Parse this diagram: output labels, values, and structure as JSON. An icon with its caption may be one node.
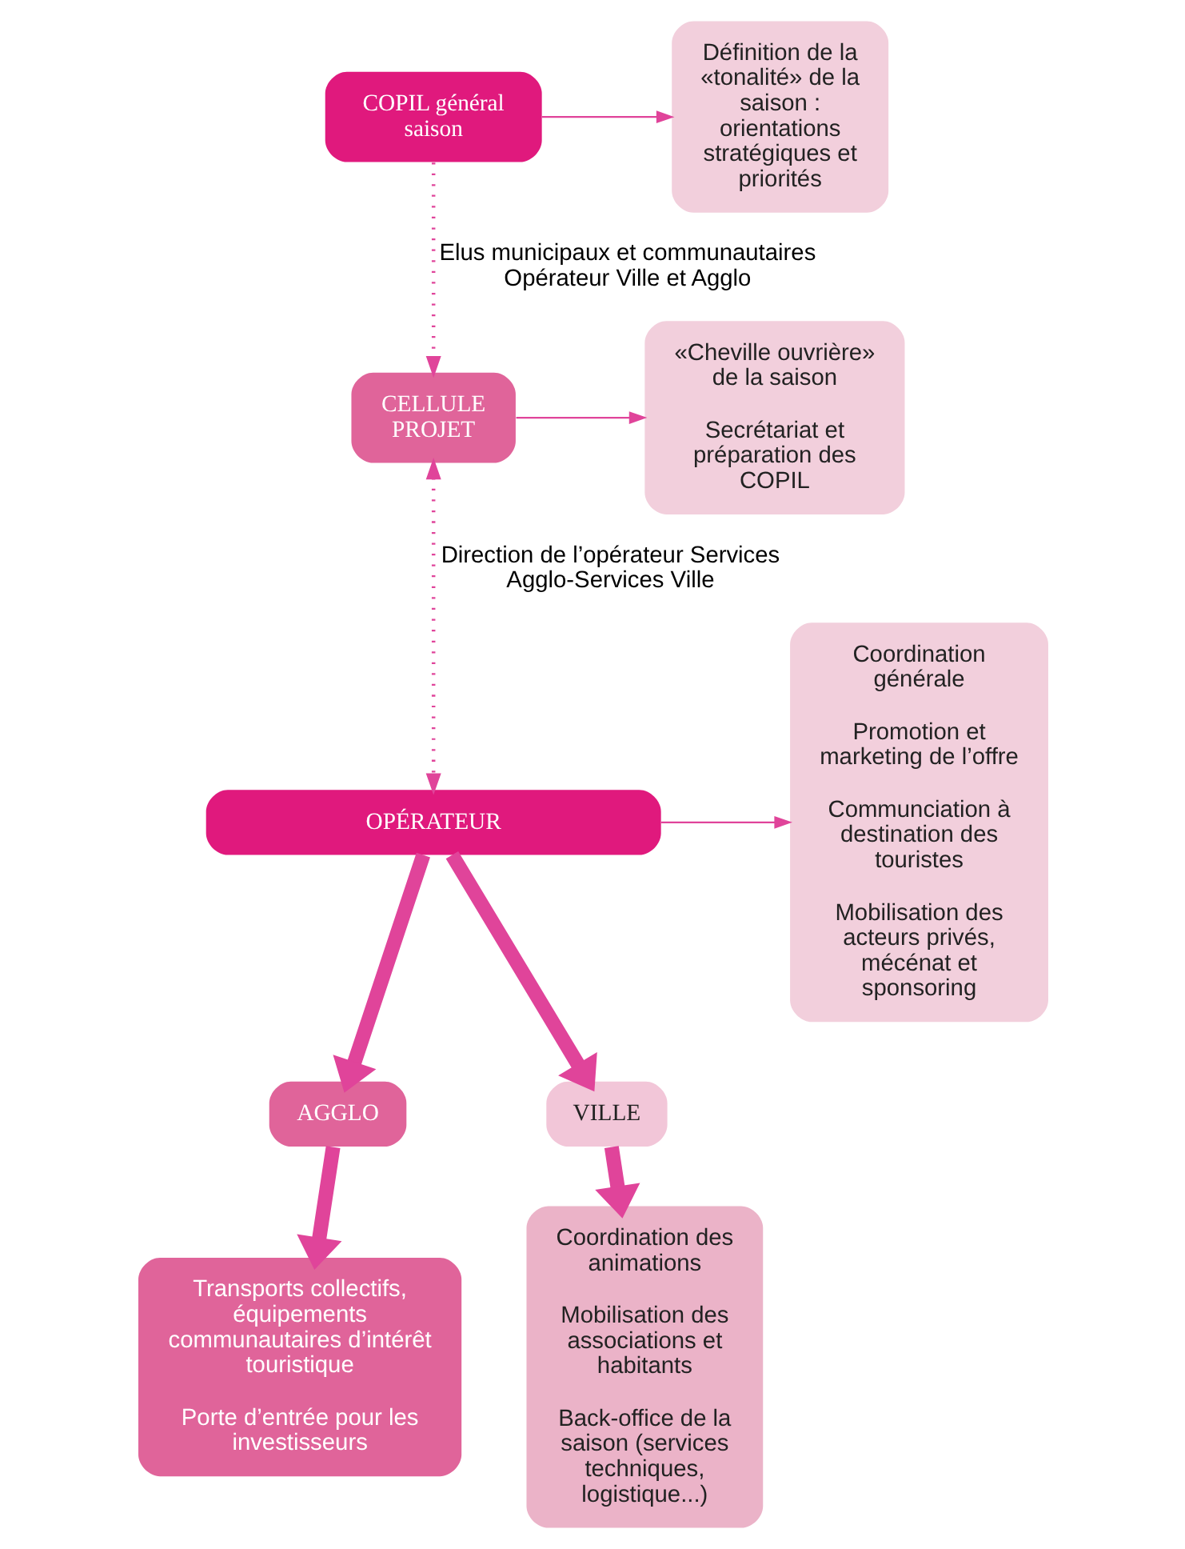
{
  "diagram": {
    "nodes": [
      {
        "text": [
          "COPIL général saison"
        ]
      },
      {
        "text": [
          "Définition de la «tonalité» de la saison : orientations stratégiques et priorités"
        ]
      },
      {
        "text": [
          "CELLULE PROJET"
        ]
      },
      {
        "text": [
          "«Cheville ouvrière» de la saison",
          "Secrétariat et préparation des COPIL"
        ]
      },
      {
        "text": [
          "OPÉRATEUR"
        ]
      },
      {
        "text": [
          "Coordination générale",
          "Promotion et marketing de l’offre",
          "Communciation à destination des touristes",
          "Mobilisation des acteurs privés, mécénat et sponsoring"
        ]
      },
      {
        "text": [
          "AGGLO"
        ]
      },
      {
        "text": [
          "VILLE"
        ]
      },
      {
        "text": [
          "Transports collectifs, équipements communautaires d’intérêt touristique",
          "Porte d’entrée pour les investisseurs"
        ]
      },
      {
        "text": [
          "Coordination des animations",
          "Mobilisation des associations et habitants",
          "Back-office de la saison (services techniques, logistique...)"
        ]
      }
    ],
    "edges": [
      {
        "from": 0,
        "to": 1,
        "arrow": "to"
      },
      {
        "from": 0,
        "to": 2,
        "arrow": "to",
        "style": "dashed",
        "label": "Elus municipaux et communautaires Opérateur Ville et Agglo"
      },
      {
        "from": 2,
        "to": 3,
        "arrow": "to"
      },
      {
        "from": 2,
        "to": 4,
        "arrow": "both",
        "style": "dashed",
        "label": "Direction de l’opérateur Services Agglo-Services Ville"
      },
      {
        "from": 4,
        "to": 5,
        "arrow": "to"
      },
      {
        "from": 4,
        "to": 6,
        "arrow": "to",
        "style": "thick"
      },
      {
        "from": 4,
        "to": 7,
        "arrow": "to",
        "style": "thick"
      },
      {
        "from": 6,
        "to": 8,
        "arrow": "to",
        "style": "thick"
      },
      {
        "from": 7,
        "to": 9,
        "arrow": "to",
        "style": "thick"
      }
    ]
  }
}
